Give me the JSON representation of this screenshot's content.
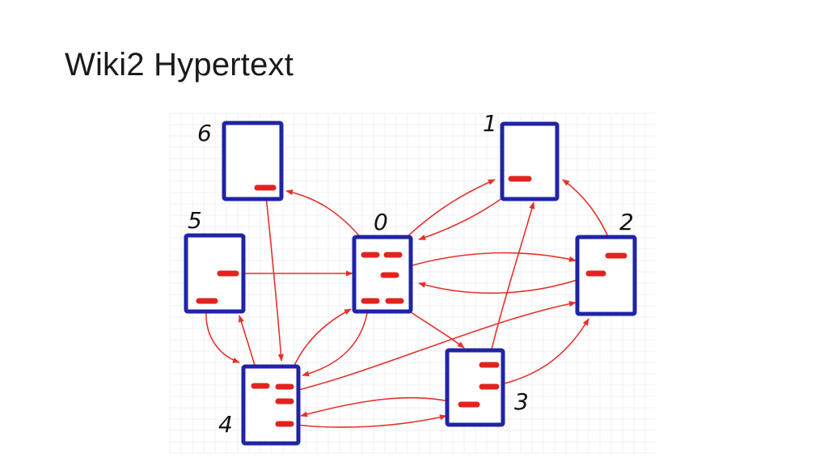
{
  "slide": {
    "title": "Wiki2 Hypertext"
  },
  "diagram": {
    "colors": {
      "box": "#1f24a6",
      "link": "#e2231d",
      "arrow": "#e8302a"
    },
    "pages": [
      {
        "id": "0",
        "label": "0"
      },
      {
        "id": "1",
        "label": "1"
      },
      {
        "id": "2",
        "label": "2"
      },
      {
        "id": "3",
        "label": "3"
      },
      {
        "id": "4",
        "label": "4"
      },
      {
        "id": "5",
        "label": "5"
      },
      {
        "id": "6",
        "label": "6"
      }
    ],
    "links": [
      {
        "from": "0",
        "to": "6"
      },
      {
        "from": "0",
        "to": "1"
      },
      {
        "from": "0",
        "to": "2"
      },
      {
        "from": "0",
        "to": "3"
      },
      {
        "from": "0",
        "to": "4"
      },
      {
        "from": "1",
        "to": "0"
      },
      {
        "from": "2",
        "to": "1"
      },
      {
        "from": "2",
        "to": "0"
      },
      {
        "from": "3",
        "to": "1"
      },
      {
        "from": "3",
        "to": "2"
      },
      {
        "from": "3",
        "to": "4"
      },
      {
        "from": "4",
        "to": "5"
      },
      {
        "from": "4",
        "to": "0"
      },
      {
        "from": "4",
        "to": "2"
      },
      {
        "from": "4",
        "to": "3"
      },
      {
        "from": "5",
        "to": "0"
      },
      {
        "from": "5",
        "to": "4"
      },
      {
        "from": "6",
        "to": "4"
      }
    ]
  }
}
